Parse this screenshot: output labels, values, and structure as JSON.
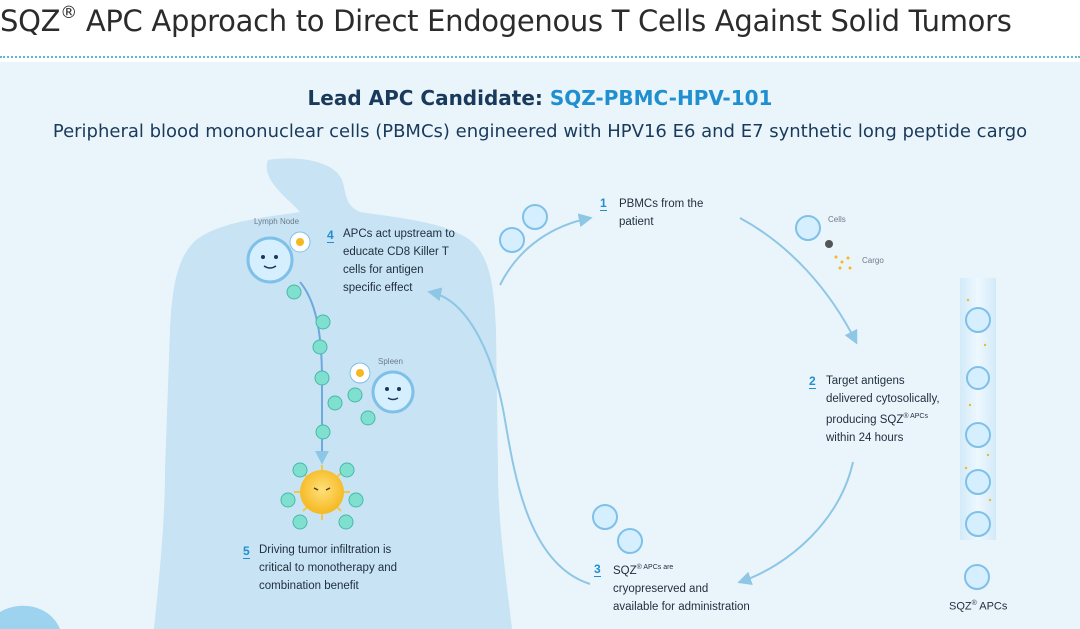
{
  "header": {
    "title_main": "SQZ",
    "title_reg": "®",
    "title_rest": " APC Approach to Direct Endogenous T Cells Against Solid Tumors"
  },
  "lead": {
    "prefix": "Lead APC Candidate: ",
    "candidate": "SQZ-PBMC-HPV-101"
  },
  "subtitle": "Peripheral blood mononuclear cells (PBMCs) engineered with HPV16 E6 and E7 synthetic long peptide cargo",
  "steps": [
    {
      "num": "1",
      "lines": [
        "PBMCs from the",
        "patient"
      ]
    },
    {
      "num": "2",
      "lines": [
        "Target antigens",
        "delivered cytosolically,",
        "producing SQZ",
        "® APCs",
        "within 24 hours"
      ]
    },
    {
      "num": "3",
      "lines": [
        "SQZ",
        "® APCs are",
        "cryopreserved and",
        "available for administration"
      ]
    },
    {
      "num": "4",
      "lines": [
        "APCs act upstream to",
        "educate CD8 Killer T",
        "cells for antigen",
        "specific effect"
      ]
    },
    {
      "num": "5",
      "lines": [
        "Driving tumor infiltration is",
        "critical to monotherapy and",
        "combination benefit"
      ]
    }
  ],
  "annotations": {
    "lymph_node": "Lymph Node",
    "spleen": "Spleen",
    "cells": "Cells",
    "cargo": "Cargo"
  },
  "device_label": {
    "prefix": "SQZ",
    "reg": "®",
    "rest": " APCs"
  },
  "colors": {
    "accent": "#1f8fd0",
    "navy": "#1a3a5c",
    "panel": "#eaf5fb",
    "body": "#bcdcf0",
    "tumor": "#f5b820",
    "cell": "#d6efff",
    "tcell": "#7fe0d0"
  }
}
